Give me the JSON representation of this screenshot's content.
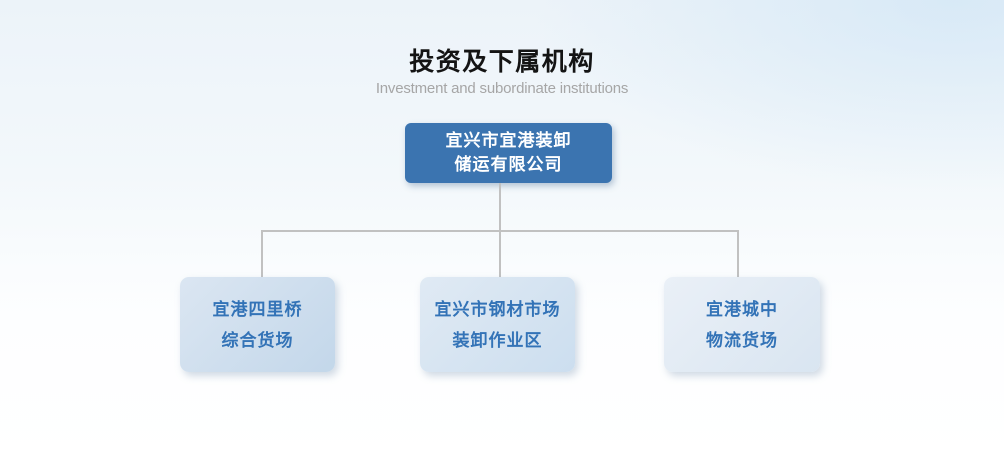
{
  "page": {
    "title": "投资及下属机构",
    "subtitle": "Investment and subordinate institutions"
  },
  "org_chart": {
    "root": {
      "lines": [
        "宜兴市宜港装卸",
        "储运有限公司"
      ]
    },
    "children": [
      {
        "lines": [
          "宜港四里桥",
          "综合货场"
        ]
      },
      {
        "lines": [
          "宜兴市钢材市场",
          "装卸作业区"
        ]
      },
      {
        "lines": [
          "宜港城中",
          "物流货场"
        ]
      }
    ]
  },
  "colors": {
    "root_box_bg": "#3b74b0",
    "root_box_text": "#ffffff",
    "child_box_text": "#3373b7",
    "child_box_bg_1": "#c9dbed",
    "child_box_bg_2": "#d3e1f0",
    "child_box_bg_3": "#e2eaf4",
    "connector": "#c1c1c1",
    "title_text": "#141414",
    "subtitle_text": "#a6a6a6",
    "background_top": "#ecf3f9",
    "background_bottom": "#ffffff"
  }
}
